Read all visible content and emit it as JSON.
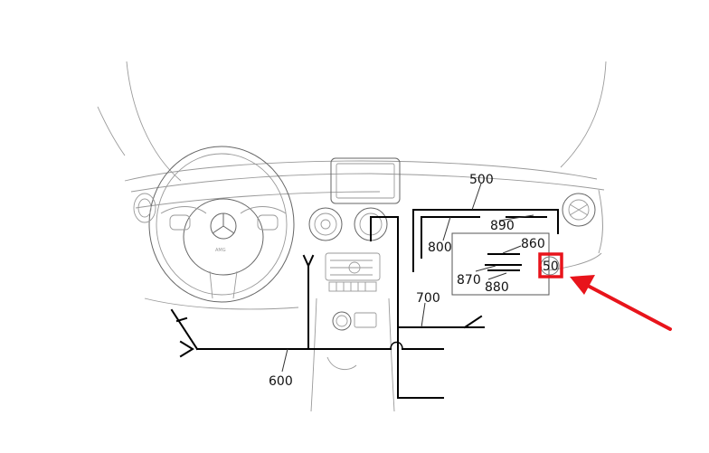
{
  "labels": {
    "l500": "500",
    "l890": "890",
    "l860": "860",
    "l800": "800",
    "l850": "850",
    "l870": "870",
    "l880": "880",
    "l700": "700",
    "l600": "600"
  },
  "colors": {
    "line": "#000000",
    "sketch": "#9a9a9a",
    "highlight": "#e8141b"
  }
}
